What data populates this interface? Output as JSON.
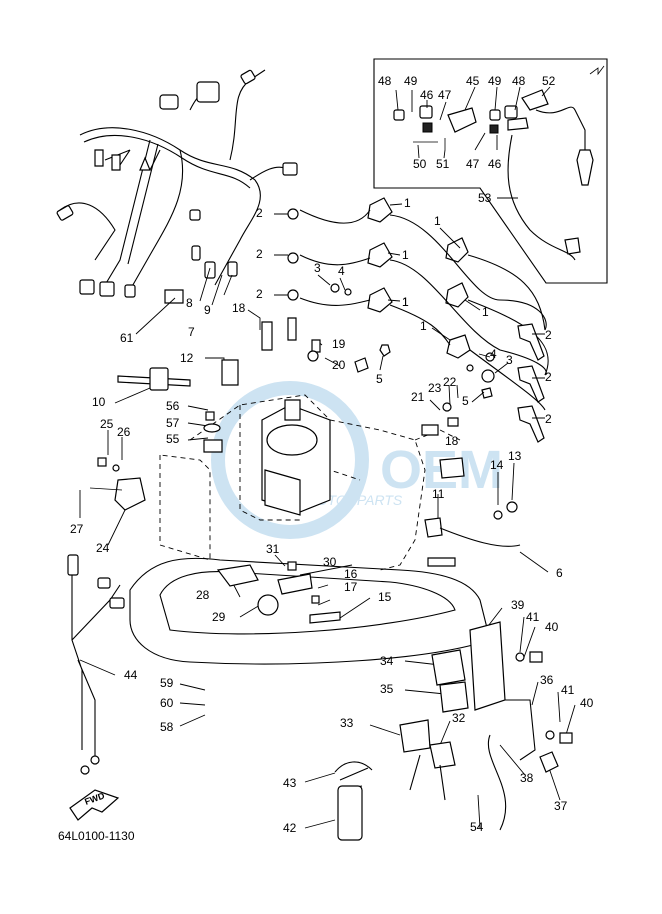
{
  "diagram_code": "64L0100-1130",
  "fwd_label": "FWD",
  "watermark": {
    "brand": "OEM",
    "sub": "MOTORPARTS"
  },
  "callouts": [
    {
      "id": "c1a",
      "t": "1"
    },
    {
      "id": "c1b",
      "t": "1"
    },
    {
      "id": "c1c",
      "t": "1"
    },
    {
      "id": "c1d",
      "t": "1"
    },
    {
      "id": "c1e",
      "t": "1"
    },
    {
      "id": "c1f",
      "t": "1"
    },
    {
      "id": "c1g",
      "t": "1"
    },
    {
      "id": "c2a",
      "t": "2"
    },
    {
      "id": "c2b",
      "t": "2"
    },
    {
      "id": "c2c",
      "t": "2"
    },
    {
      "id": "c2d",
      "t": "2"
    },
    {
      "id": "c2e",
      "t": "2"
    },
    {
      "id": "c2f",
      "t": "2"
    },
    {
      "id": "c3a",
      "t": "3"
    },
    {
      "id": "c3b",
      "t": "3"
    },
    {
      "id": "c4a",
      "t": "4"
    },
    {
      "id": "c4b",
      "t": "4"
    },
    {
      "id": "c5a",
      "t": "5"
    },
    {
      "id": "c5b",
      "t": "5"
    },
    {
      "id": "c6",
      "t": "6"
    },
    {
      "id": "c7",
      "t": "7"
    },
    {
      "id": "c8",
      "t": "8"
    },
    {
      "id": "c9",
      "t": "9"
    },
    {
      "id": "c10",
      "t": "10"
    },
    {
      "id": "c11",
      "t": "11"
    },
    {
      "id": "c12",
      "t": "12"
    },
    {
      "id": "c13",
      "t": "13"
    },
    {
      "id": "c14",
      "t": "14"
    },
    {
      "id": "c15",
      "t": "15"
    },
    {
      "id": "c16",
      "t": "16"
    },
    {
      "id": "c17",
      "t": "17"
    },
    {
      "id": "c18a",
      "t": "18"
    },
    {
      "id": "c18b",
      "t": "18"
    },
    {
      "id": "c19",
      "t": "19"
    },
    {
      "id": "c20",
      "t": "20"
    },
    {
      "id": "c21",
      "t": "21"
    },
    {
      "id": "c22",
      "t": "22"
    },
    {
      "id": "c23",
      "t": "23"
    },
    {
      "id": "c24",
      "t": "24"
    },
    {
      "id": "c25",
      "t": "25"
    },
    {
      "id": "c26",
      "t": "26"
    },
    {
      "id": "c27",
      "t": "27"
    },
    {
      "id": "c28",
      "t": "28"
    },
    {
      "id": "c29",
      "t": "29"
    },
    {
      "id": "c30",
      "t": "30"
    },
    {
      "id": "c31",
      "t": "31"
    },
    {
      "id": "c32",
      "t": "32"
    },
    {
      "id": "c33",
      "t": "33"
    },
    {
      "id": "c34",
      "t": "34"
    },
    {
      "id": "c35",
      "t": "35"
    },
    {
      "id": "c36",
      "t": "36"
    },
    {
      "id": "c37",
      "t": "37"
    },
    {
      "id": "c38",
      "t": "38"
    },
    {
      "id": "c39",
      "t": "39"
    },
    {
      "id": "c40a",
      "t": "40"
    },
    {
      "id": "c40b",
      "t": "40"
    },
    {
      "id": "c41a",
      "t": "41"
    },
    {
      "id": "c41b",
      "t": "41"
    },
    {
      "id": "c42",
      "t": "42"
    },
    {
      "id": "c43",
      "t": "43"
    },
    {
      "id": "c44",
      "t": "44"
    },
    {
      "id": "c45",
      "t": "45"
    },
    {
      "id": "c46a",
      "t": "46"
    },
    {
      "id": "c46b",
      "t": "46"
    },
    {
      "id": "c47a",
      "t": "47"
    },
    {
      "id": "c47b",
      "t": "47"
    },
    {
      "id": "c48a",
      "t": "48"
    },
    {
      "id": "c48b",
      "t": "48"
    },
    {
      "id": "c49a",
      "t": "49"
    },
    {
      "id": "c49b",
      "t": "49"
    },
    {
      "id": "c50",
      "t": "50"
    },
    {
      "id": "c51",
      "t": "51"
    },
    {
      "id": "c52",
      "t": "52"
    },
    {
      "id": "c53",
      "t": "53"
    },
    {
      "id": "c54",
      "t": "54"
    },
    {
      "id": "c55",
      "t": "55"
    },
    {
      "id": "c56",
      "t": "56"
    },
    {
      "id": "c57",
      "t": "57"
    },
    {
      "id": "c58",
      "t": "58"
    },
    {
      "id": "c59",
      "t": "59"
    },
    {
      "id": "c60",
      "t": "60"
    },
    {
      "id": "c61",
      "t": "61"
    }
  ]
}
